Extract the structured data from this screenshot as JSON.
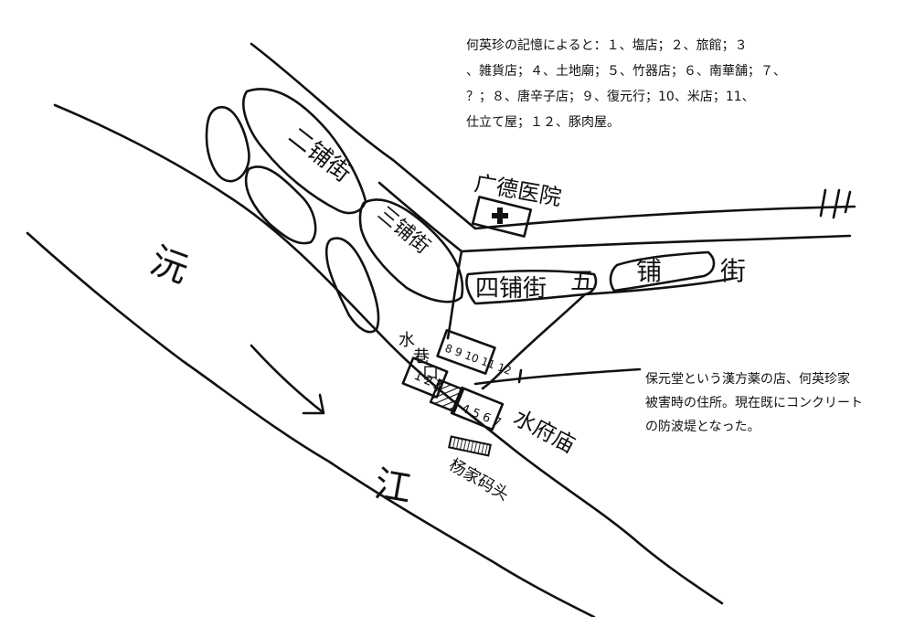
{
  "legend_note": {
    "lines": [
      "何英珍の記憶によると：１、塩店；２、旅館；３",
      "、雑貨店；４、土地廟；５、竹器店；６、南華舗；７、",
      "？；８、唐辛子店；９、復元行；10、米店；11、",
      "仕立て屋；１２、豚肉屋。"
    ]
  },
  "caption_note": {
    "lines": [
      "保元堂という漢方薬の店、何英珍家",
      "被害時の住所。現在既にコンクリート",
      "の防波堤となった。"
    ]
  },
  "map_labels": {
    "street_2": "二铺街",
    "street_3": "三铺街",
    "street_4": "四铺街",
    "street_5_a": "五",
    "street_5_b": "铺",
    "street_5_c": "街",
    "hospital": "广德医院",
    "river_top": "沅",
    "river_bottom": "江",
    "shuifu_miao": "水府庙",
    "shuixiang_kou_1": "水",
    "shuixiang_kou_2": "巷",
    "shuixiang_kou_3": "口",
    "dock": "杨家码头",
    "mark_chuan": "川",
    "shop_row_top": "8 9 10 11 12",
    "shop_row_1": "1",
    "shop_row_2": "2",
    "shop_row_3": "3",
    "shop_row_bottom": "4 5 6 7"
  },
  "icons": [
    "hospital-cross-icon",
    "river-flow-arrow-icon",
    "hatched-shop-icon",
    "dock-hatch-icon"
  ]
}
